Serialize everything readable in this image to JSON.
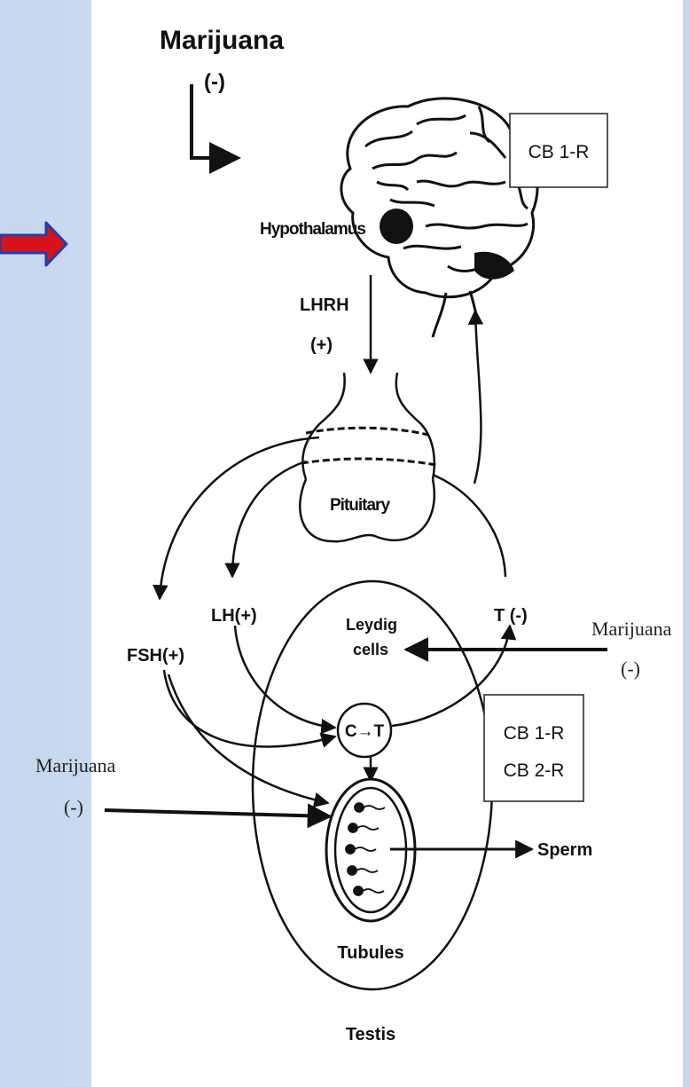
{
  "marijuana_top": "Marijuana",
  "marijuana_top_sign": "(-)",
  "brain_receptor": "CB 1-R",
  "hypothalamus": "Hypothalamus",
  "lhrh": "LHRH",
  "lhrh_sign": "(+)",
  "pituitary": "Pituitary",
  "lh": "LH(+)",
  "t": "T (-)",
  "fsh": "FSH(+)",
  "leydig_line1": "Leydig",
  "leydig_line2": "cells",
  "conversion": "C→T",
  "marijuana_right": "Marijuana",
  "marijuana_right_sign": "(-)",
  "testis_receptor_1": "CB 1-R",
  "testis_receptor_2": "CB 2-R",
  "marijuana_left": "Marijuana",
  "marijuana_left_sign": "(-)",
  "sperm": "Sperm",
  "tubules": "Tubules",
  "testis": "Testis",
  "colors": {
    "pointer_fill": "#d9121a",
    "pointer_border": "#1f3fae"
  }
}
